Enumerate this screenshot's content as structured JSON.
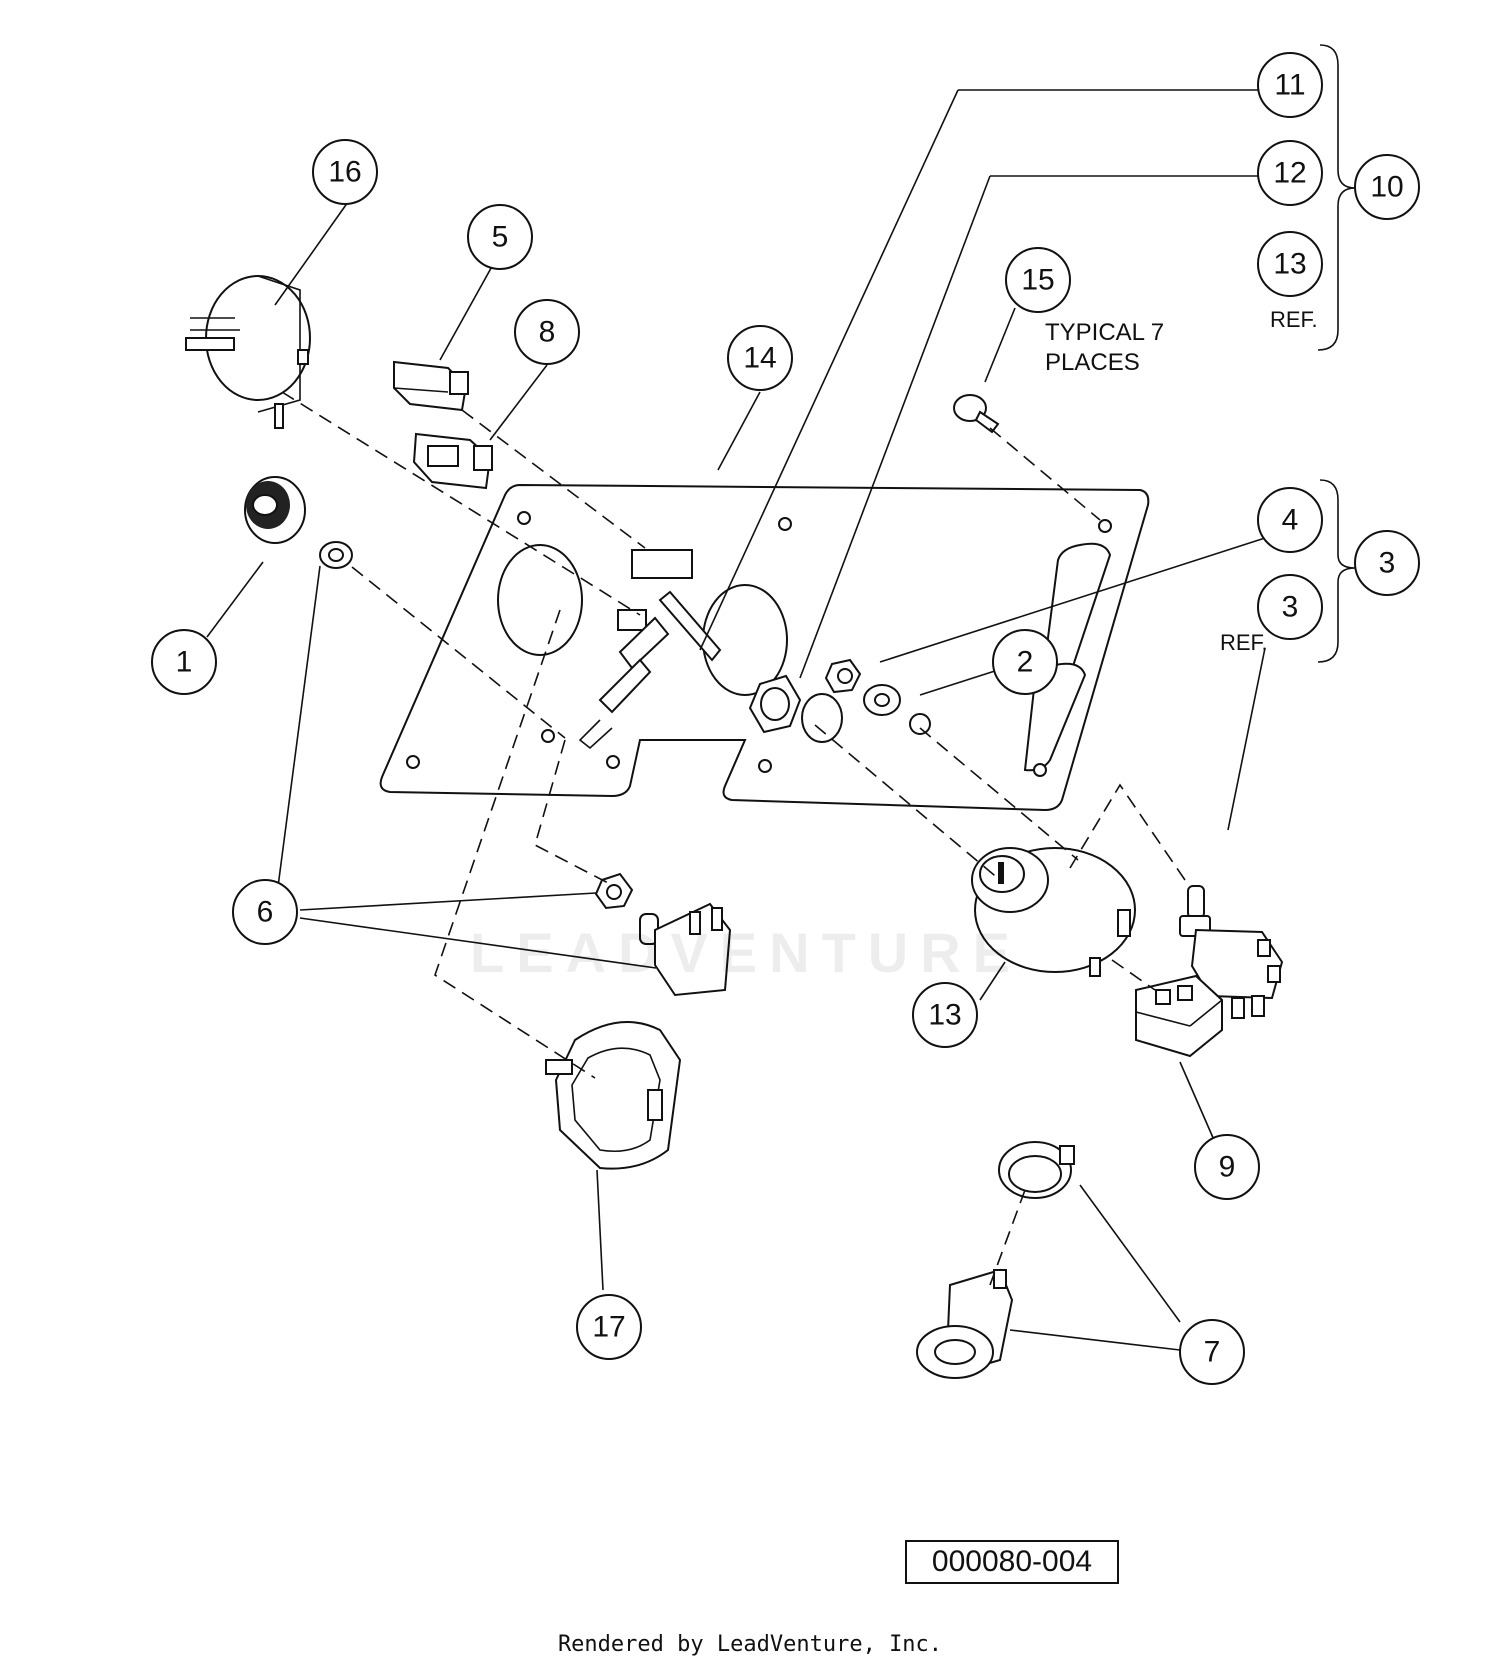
{
  "callouts": {
    "c1": "1",
    "c2": "2",
    "c3a": "3",
    "c3b": "3",
    "c4": "4",
    "c5": "5",
    "c6": "6",
    "c7": "7",
    "c8": "8",
    "c9": "9",
    "c10": "10",
    "c11": "11",
    "c12": "12",
    "c13a": "13",
    "c13b": "13",
    "c14": "14",
    "c15": "15",
    "c16": "16",
    "c17": "17"
  },
  "notes": {
    "typical_line1": "TYPICAL 7",
    "typical_line2": "PLACES",
    "ref_10": "REF.",
    "ref_3": "REF."
  },
  "watermark": "LEADVENTURE",
  "drawing_number": "000080-004",
  "credit": "Rendered by LeadVenture, Inc."
}
